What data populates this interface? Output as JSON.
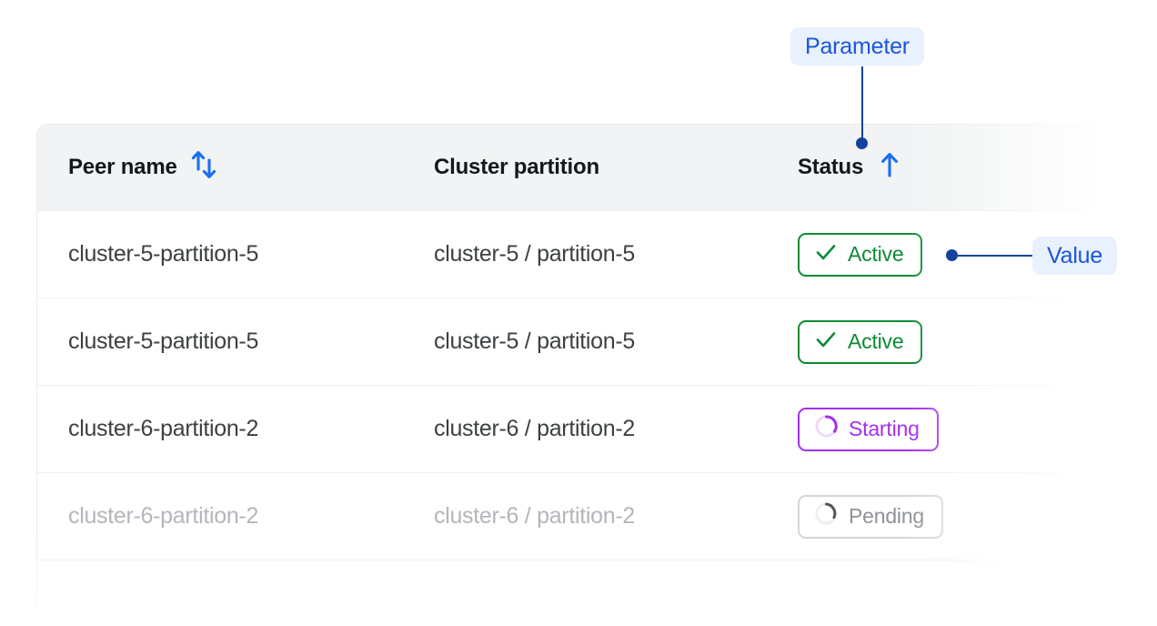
{
  "table": {
    "columns": [
      {
        "key": "peer_name",
        "label": "Peer name",
        "sort_icon": "sort-both-icon",
        "sortable": true
      },
      {
        "key": "cluster_partition",
        "label": "Cluster partition",
        "sort_icon": null,
        "sortable": true
      },
      {
        "key": "status",
        "label": "Status",
        "sort_icon": "sort-ascending-icon",
        "sortable": true
      }
    ],
    "rows": [
      {
        "peer_name": "cluster-5-partition-5",
        "cluster_partition": "cluster-5 / partition-5",
        "status": {
          "label": "Active",
          "variant": "active",
          "icon": "check-icon"
        },
        "dimmed": false
      },
      {
        "peer_name": "cluster-5-partition-5",
        "cluster_partition": "cluster-5 / partition-5",
        "status": {
          "label": "Active",
          "variant": "active",
          "icon": "check-icon"
        },
        "dimmed": false
      },
      {
        "peer_name": "cluster-6-partition-2",
        "cluster_partition": "cluster-6 / partition-2",
        "status": {
          "label": "Starting",
          "variant": "starting",
          "icon": "spinner-icon"
        },
        "dimmed": false
      },
      {
        "peer_name": "cluster-6-partition-2",
        "cluster_partition": "cluster-6 / partition-2",
        "status": {
          "label": "Pending",
          "variant": "pending",
          "icon": "spinner-icon"
        },
        "dimmed": true
      }
    ]
  },
  "callouts": [
    {
      "id": "parameter",
      "label": "Parameter",
      "target": "status-column-header"
    },
    {
      "id": "value",
      "label": "Value",
      "target": "status-badge-row-1"
    }
  ],
  "colors": {
    "accent_blue": "#1a56db",
    "connector_blue": "#13439e",
    "callout_bg": "#eaf1fe",
    "sort_icon_blue": "#1a6fee",
    "status_active": "#0d8a34",
    "status_starting": "#a32ff0",
    "status_pending_border": "#d3d6da",
    "status_pending_text": "#8e9296",
    "header_bg": "#f1f3f4",
    "row_text": "#3c4043",
    "row_text_dimmed": "#b3b6ba",
    "divider": "#eceef0",
    "header_text": "#15181b"
  }
}
